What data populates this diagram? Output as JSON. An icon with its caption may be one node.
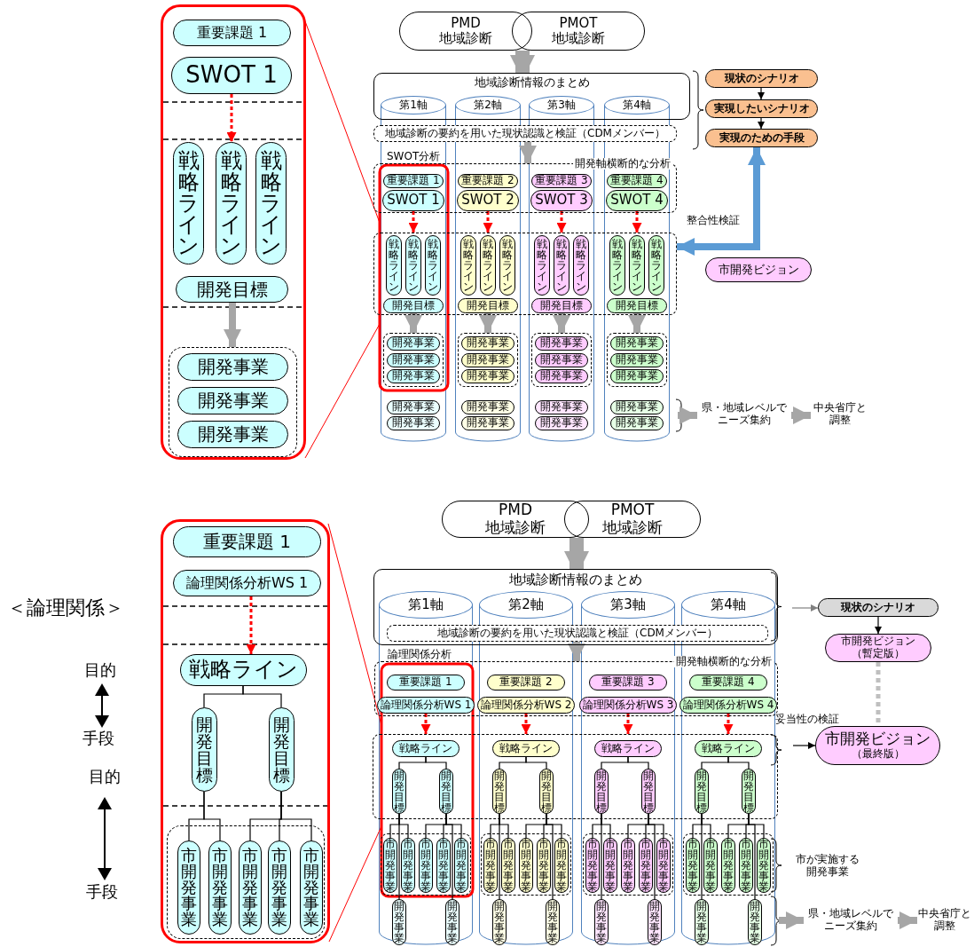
{
  "diagram": {
    "nodes": [
      {
        "text": [
          "PMD 地域診断"
        ]
      },
      {
        "text": [
          "PMOT 地域診断"
        ]
      },
      {
        "text": [
          "地域診断情報のまとめ"
        ]
      },
      {
        "text": [
          "第1軸"
        ],
        "in": 2
      },
      {
        "text": [
          "第2軸"
        ],
        "in": 2
      },
      {
        "text": [
          "第3軸"
        ],
        "in": 2
      },
      {
        "text": [
          "第4軸"
        ],
        "in": 2
      },
      {
        "text": [
          "地域診断の要約を用いた現状認識と検証（CDMメンバー）"
        ]
      },
      {
        "text": [
          "SWOT分析",
          "開発軸横断的な分析"
        ]
      },
      {
        "text": [
          "重要課題 1"
        ],
        "in": 8
      },
      {
        "text": [
          "重要課題 2"
        ],
        "in": 8
      },
      {
        "text": [
          "重要課題 3"
        ],
        "in": 8
      },
      {
        "text": [
          "重要課題 4"
        ],
        "in": 8
      },
      {
        "text": [
          "SWOT 1"
        ],
        "in": 8
      },
      {
        "text": [
          "SWOT 2"
        ],
        "in": 8
      },
      {
        "text": [
          "SWOT 3"
        ],
        "in": 8
      },
      {
        "text": [
          "SWOT 4"
        ],
        "in": 8
      },
      {
        "text": [],
        "shape": "box"
      },
      {
        "text": [
          "戦略ライン"
        ],
        "in": 17
      },
      {
        "text": [
          "戦略ライン"
        ],
        "in": 17
      },
      {
        "text": [
          "戦略ライン"
        ],
        "in": 17
      },
      {
        "text": [
          "戦略ライン"
        ],
        "in": 17
      },
      {
        "text": [
          "戦略ライン"
        ],
        "in": 17
      },
      {
        "text": [
          "戦略ライン"
        ],
        "in": 17
      },
      {
        "text": [
          "戦略ライン"
        ],
        "in": 17
      },
      {
        "text": [
          "戦略ライン"
        ],
        "in": 17
      },
      {
        "text": [
          "戦略ライン"
        ],
        "in": 17
      },
      {
        "text": [
          "戦略ライン"
        ],
        "in": 17
      },
      {
        "text": [
          "戦略ライン"
        ],
        "in": 17
      },
      {
        "text": [
          "戦略ライン"
        ],
        "in": 17
      },
      {
        "text": [
          "開発目標"
        ],
        "in": 17
      },
      {
        "text": [
          "開発目標"
        ],
        "in": 17
      },
      {
        "text": [
          "開発目標"
        ],
        "in": 17
      },
      {
        "text": [
          "開発目標"
        ],
        "in": 17
      },
      {
        "text": [],
        "shape": "box"
      },
      {
        "text": [],
        "shape": "box"
      },
      {
        "text": [],
        "shape": "box"
      },
      {
        "text": [],
        "shape": "box"
      },
      {
        "text": [
          "開発事業"
        ],
        "in": 34
      },
      {
        "text": [
          "開発事業"
        ],
        "in": 34
      },
      {
        "text": [
          "開発事業"
        ],
        "in": 34
      },
      {
        "text": [
          "開発事業"
        ],
        "in": 35
      },
      {
        "text": [
          "開発事業"
        ],
        "in": 35
      },
      {
        "text": [
          "開発事業"
        ],
        "in": 35
      },
      {
        "text": [
          "開発事業"
        ],
        "in": 36
      },
      {
        "text": [
          "開発事業"
        ],
        "in": 36
      },
      {
        "text": [
          "開発事業"
        ],
        "in": 36
      },
      {
        "text": [
          "開発事業"
        ],
        "in": 37
      },
      {
        "text": [
          "開発事業"
        ],
        "in": 37
      },
      {
        "text": [
          "開発事業"
        ],
        "in": 37
      },
      {
        "text": [
          "開発事業"
        ]
      },
      {
        "text": [
          "開発事業"
        ]
      },
      {
        "text": [
          "開発事業"
        ]
      },
      {
        "text": [
          "開発事業"
        ]
      },
      {
        "text": [
          "開発事業"
        ]
      },
      {
        "text": [
          "開発事業"
        ]
      },
      {
        "text": [
          "開発事業"
        ]
      },
      {
        "text": [
          "開発事業"
        ]
      },
      {
        "text": [
          "現状のシナリオ"
        ]
      },
      {
        "text": [
          "実現したいシナリオ"
        ]
      },
      {
        "text": [
          "実現のための手段"
        ]
      },
      {
        "text": [
          "市開発ビジョン"
        ]
      },
      {
        "text": [
          "県・地域レベルでニーズ集約"
        ]
      },
      {
        "text": [
          "中央省庁と調整"
        ]
      },
      {
        "text": [],
        "shape": "box"
      },
      {
        "text": [
          "重要課題 1"
        ],
        "in": 64
      },
      {
        "text": [
          "SWOT 1"
        ],
        "in": 64
      },
      {
        "text": [
          "戦略ライン"
        ],
        "in": 64
      },
      {
        "text": [
          "戦略ライン"
        ],
        "in": 64
      },
      {
        "text": [
          "戦略ライン"
        ],
        "in": 64
      },
      {
        "text": [
          "開発目標"
        ],
        "in": 64
      },
      {
        "text": [],
        "shape": "box",
        "in": 64
      },
      {
        "text": [
          "開発事業"
        ],
        "in": 71
      },
      {
        "text": [
          "開発事業"
        ],
        "in": 71
      },
      {
        "text": [
          "開発事業"
        ],
        "in": 71
      },
      {
        "text": [
          "PMD 地域診断"
        ]
      },
      {
        "text": [
          "PMOT 地域診断"
        ]
      },
      {
        "text": [
          "地域診断情報のまとめ"
        ]
      },
      {
        "text": [
          "第1軸"
        ],
        "in": 77
      },
      {
        "text": [
          "第2軸"
        ],
        "in": 77
      },
      {
        "text": [
          "第3軸"
        ],
        "in": 77
      },
      {
        "text": [
          "第4軸"
        ],
        "in": 77
      },
      {
        "text": [
          "地域診断の要約を用いた現状認識と検証（CDMメンバー）"
        ],
        "in": 77
      },
      {
        "text": [
          "論理関係分析",
          "開発軸横断的な分析"
        ]
      },
      {
        "text": [
          "重要課題 1"
        ],
        "in": 83
      },
      {
        "text": [
          "重要課題 2"
        ],
        "in": 83
      },
      {
        "text": [
          "重要課題 3"
        ],
        "in": 83
      },
      {
        "text": [
          "重要課題 4"
        ],
        "in": 83
      },
      {
        "text": [
          "論理関係分析WS 1"
        ],
        "in": 83
      },
      {
        "text": [
          "論理関係分析WS 2"
        ],
        "in": 83
      },
      {
        "text": [
          "論理関係分析WS 3"
        ],
        "in": 83
      },
      {
        "text": [
          "論理関係分析WS 4"
        ],
        "in": 83
      },
      {
        "text": [],
        "shape": "box"
      },
      {
        "text": [
          "戦略ライン"
        ],
        "in": 92
      },
      {
        "text": [
          "戦略ライン"
        ],
        "in": 92
      },
      {
        "text": [
          "戦略ライン"
        ],
        "in": 92
      },
      {
        "text": [
          "戦略ライン"
        ],
        "in": 92
      },
      {
        "text": [
          "開発目標"
        ],
        "in": 92
      },
      {
        "text": [
          "開発目標"
        ],
        "in": 92
      },
      {
        "text": [
          "開発目標"
        ],
        "in": 92
      },
      {
        "text": [
          "開発目標"
        ],
        "in": 92
      },
      {
        "text": [
          "開発目標"
        ],
        "in": 92
      },
      {
        "text": [
          "開発目標"
        ],
        "in": 92
      },
      {
        "text": [
          "開発目標"
        ],
        "in": 92
      },
      {
        "text": [
          "開発目標"
        ],
        "in": 92
      },
      {
        "text": [],
        "shape": "box"
      },
      {
        "text": [],
        "shape": "box"
      },
      {
        "text": [],
        "shape": "box"
      },
      {
        "text": [],
        "shape": "box"
      },
      {
        "text": [
          "市開発事業"
        ],
        "in": 105
      },
      {
        "text": [
          "市開発事業"
        ],
        "in": 105
      },
      {
        "text": [
          "市開発事業"
        ],
        "in": 105
      },
      {
        "text": [
          "市開発事業"
        ],
        "in": 105
      },
      {
        "text": [
          "市開発事業"
        ],
        "in": 105
      },
      {
        "text": [
          "市開発事業"
        ],
        "in": 106
      },
      {
        "text": [
          "市開発事業"
        ],
        "in": 106
      },
      {
        "text": [
          "市開発事業"
        ],
        "in": 106
      },
      {
        "text": [
          "市開発事業"
        ],
        "in": 106
      },
      {
        "text": [
          "市開発事業"
        ],
        "in": 106
      },
      {
        "text": [
          "市開発事業"
        ],
        "in": 107
      },
      {
        "text": [
          "市開発事業"
        ],
        "in": 107
      },
      {
        "text": [
          "市開発事業"
        ],
        "in": 107
      },
      {
        "text": [
          "市開発事業"
        ],
        "in": 107
      },
      {
        "text": [
          "市開発事業"
        ],
        "in": 107
      },
      {
        "text": [
          "市開発事業"
        ],
        "in": 108
      },
      {
        "text": [
          "市開発事業"
        ],
        "in": 108
      },
      {
        "text": [
          "市開発事業"
        ],
        "in": 108
      },
      {
        "text": [
          "市開発事業"
        ],
        "in": 108
      },
      {
        "text": [
          "市開発事業"
        ],
        "in": 108
      },
      {
        "text": [
          "開発事業"
        ]
      },
      {
        "text": [
          "開発事業"
        ]
      },
      {
        "text": [
          "開発事業"
        ]
      },
      {
        "text": [
          "開発事業"
        ]
      },
      {
        "text": [
          "開発事業"
        ]
      },
      {
        "text": [
          "開発事業"
        ]
      },
      {
        "text": [
          "開発事業"
        ]
      },
      {
        "text": [
          "開発事業"
        ]
      },
      {
        "text": [
          "現状のシナリオ"
        ]
      },
      {
        "text": [
          "市開発ビジョン",
          "（暫定版）"
        ]
      },
      {
        "text": [
          "市開発ビジョン",
          "（最終版）"
        ]
      },
      {
        "text": [
          "県・地域レベルでニーズ集約"
        ]
      },
      {
        "text": [
          "中央省庁と調整"
        ]
      },
      {
        "text": [],
        "shape": "box"
      },
      {
        "text": [
          "重要課題 1"
        ],
        "in": 142
      },
      {
        "text": [
          "論理関係分析WS 1"
        ],
        "in": 142
      },
      {
        "text": [
          "戦略ライン"
        ],
        "in": 142
      },
      {
        "text": [
          "開発目標"
        ],
        "in": 142
      },
      {
        "text": [
          "開発目標"
        ],
        "in": 142
      },
      {
        "text": [],
        "shape": "box",
        "in": 142
      },
      {
        "text": [
          "市開発事業"
        ],
        "in": 148
      },
      {
        "text": [
          "市開発事業"
        ],
        "in": 148
      },
      {
        "text": [
          "市開発事業"
        ],
        "in": 148
      },
      {
        "text": [
          "市開発事業"
        ],
        "in": 148
      },
      {
        "text": [
          "市開発事業"
        ],
        "in": 148
      }
    ],
    "edges": [
      {
        "from": 0,
        "to": 2,
        "arrow": "to",
        "style": "thick",
        "color": "#a6a6a6"
      },
      {
        "from": 1,
        "to": 2,
        "arrow": "to",
        "style": "thick",
        "color": "#a6a6a6"
      },
      {
        "from": 7,
        "to": 8,
        "arrow": "to",
        "style": "thick",
        "color": "#a6a6a6"
      },
      {
        "from": 13,
        "to": 17,
        "arrow": "to",
        "style": "dashed",
        "color": "#ff0000"
      },
      {
        "from": 14,
        "to": 17,
        "arrow": "to",
        "style": "dashed",
        "color": "#ff0000"
      },
      {
        "from": 15,
        "to": 17,
        "arrow": "to",
        "style": "dashed",
        "color": "#ff0000"
      },
      {
        "from": 16,
        "to": 17,
        "arrow": "to",
        "style": "dashed",
        "color": "#ff0000"
      },
      {
        "from": 30,
        "to": 34,
        "arrow": "to",
        "style": "thick",
        "color": "#a6a6a6"
      },
      {
        "from": 31,
        "to": 35,
        "arrow": "to",
        "style": "thick",
        "color": "#a6a6a6"
      },
      {
        "from": 32,
        "to": 36,
        "arrow": "to",
        "style": "thick",
        "color": "#a6a6a6"
      },
      {
        "from": 33,
        "to": 37,
        "arrow": "to",
        "style": "thick",
        "color": "#a6a6a6"
      },
      {
        "from": 58,
        "to": 59,
        "arrow": "to"
      },
      {
        "from": 59,
        "to": 60,
        "arrow": "to"
      },
      {
        "from": 60,
        "to": 17,
        "arrow": "both",
        "style": "thick",
        "color": "#5b9bd5",
        "label": "整合性検証"
      },
      {
        "from": null,
        "to": 62,
        "arrow": "to",
        "style": "thick",
        "color": "#a6a6a6"
      },
      {
        "from": 62,
        "to": 63,
        "arrow": "to",
        "style": "thick",
        "color": "#a6a6a6"
      },
      {
        "from": 66,
        "to": 68,
        "arrow": "to",
        "style": "dashed",
        "color": "#ff0000"
      },
      {
        "from": 70,
        "to": 71,
        "arrow": "to",
        "style": "thick",
        "color": "#a6a6a6"
      },
      {
        "from": 75,
        "to": 77,
        "arrow": "to",
        "style": "thick",
        "color": "#a6a6a6"
      },
      {
        "from": 76,
        "to": 77,
        "arrow": "to",
        "style": "thick",
        "color": "#a6a6a6"
      },
      {
        "from": 82,
        "to": 83,
        "arrow": "to",
        "style": "thick",
        "color": "#a6a6a6"
      },
      {
        "from": 88,
        "to": 92,
        "arrow": "to",
        "style": "dashed",
        "color": "#ff0000"
      },
      {
        "from": 89,
        "to": 92,
        "arrow": "to",
        "style": "dashed",
        "color": "#ff0000"
      },
      {
        "from": 90,
        "to": 92,
        "arrow": "to",
        "style": "dashed",
        "color": "#ff0000"
      },
      {
        "from": 91,
        "to": 92,
        "arrow": "to",
        "style": "dashed",
        "color": "#ff0000"
      },
      {
        "from": 93,
        "to": 97,
        "arrow": "none"
      },
      {
        "from": 93,
        "to": 98,
        "arrow": "none"
      },
      {
        "from": 97,
        "to": 109,
        "arrow": "none"
      },
      {
        "from": 97,
        "to": 110,
        "arrow": "none"
      },
      {
        "from": 97,
        "to": 129,
        "arrow": "none"
      },
      {
        "from": 98,
        "to": 111,
        "arrow": "none"
      },
      {
        "from": 98,
        "to": 112,
        "arrow": "none"
      },
      {
        "from": 98,
        "to": 113,
        "arrow": "none"
      },
      {
        "from": 98,
        "to": 130,
        "arrow": "none"
      },
      {
        "from": 94,
        "to": 99,
        "arrow": "none"
      },
      {
        "from": 94,
        "to": 100,
        "arrow": "none"
      },
      {
        "from": 99,
        "to": 114,
        "arrow": "none"
      },
      {
        "from": 99,
        "to": 115,
        "arrow": "none"
      },
      {
        "from": 99,
        "to": 131,
        "arrow": "none"
      },
      {
        "from": 100,
        "to": 116,
        "arrow": "none"
      },
      {
        "from": 100,
        "to": 117,
        "arrow": "none"
      },
      {
        "from": 100,
        "to": 118,
        "arrow": "none"
      },
      {
        "from": 100,
        "to": 132,
        "arrow": "none"
      },
      {
        "from": 95,
        "to": 101,
        "arrow": "none"
      },
      {
        "from": 95,
        "to": 102,
        "arrow": "none"
      },
      {
        "from": 101,
        "to": 119,
        "arrow": "none"
      },
      {
        "from": 101,
        "to": 120,
        "arrow": "none"
      },
      {
        "from": 101,
        "to": 133,
        "arrow": "none"
      },
      {
        "from": 102,
        "to": 121,
        "arrow": "none"
      },
      {
        "from": 102,
        "to": 122,
        "arrow": "none"
      },
      {
        "from": 102,
        "to": 123,
        "arrow": "none"
      },
      {
        "from": 102,
        "to": 134,
        "arrow": "none"
      },
      {
        "from": 96,
        "to": 103,
        "arrow": "none"
      },
      {
        "from": 96,
        "to": 104,
        "arrow": "none"
      },
      {
        "from": 103,
        "to": 124,
        "arrow": "none"
      },
      {
        "from": 103,
        "to": 125,
        "arrow": "none"
      },
      {
        "from": 103,
        "to": 135,
        "arrow": "none"
      },
      {
        "from": 104,
        "to": 126,
        "arrow": "none"
      },
      {
        "from": 104,
        "to": 127,
        "arrow": "none"
      },
      {
        "from": 104,
        "to": 128,
        "arrow": "none"
      },
      {
        "from": 104,
        "to": 136,
        "arrow": "none"
      },
      {
        "from": 137,
        "to": 138,
        "arrow": "to"
      },
      {
        "from": 138,
        "to": 139,
        "arrow": "none",
        "style": "dashed",
        "color": "#bfbfbf"
      },
      {
        "from": null,
        "to": 137,
        "arrow": "to",
        "color": "#808080"
      },
      {
        "from": null,
        "to": 139,
        "arrow": "to"
      },
      {
        "from": null,
        "to": 140,
        "arrow": "to",
        "style": "thick",
        "color": "#a6a6a6"
      },
      {
        "from": 140,
        "to": 141,
        "arrow": "to",
        "style": "thick",
        "color": "#a6a6a6"
      },
      {
        "from": 144,
        "to": 145,
        "arrow": "to",
        "style": "dashed",
        "color": "#ff0000"
      },
      {
        "from": 145,
        "to": 146,
        "arrow": "none"
      },
      {
        "from": 145,
        "to": 147,
        "arrow": "none"
      },
      {
        "from": 146,
        "to": 149,
        "arrow": "none"
      },
      {
        "from": 146,
        "to": 150,
        "arrow": "none"
      },
      {
        "from": 147,
        "to": 151,
        "arrow": "none"
      },
      {
        "from": 147,
        "to": 152,
        "arrow": "none"
      },
      {
        "from": 147,
        "to": 153,
        "arrow": "none"
      }
    ],
    "labels": [
      "＜論理関係＞",
      "目的",
      "手段",
      "目的",
      "手段",
      "妥当性の検証",
      "市が実施する開発事業"
    ]
  }
}
